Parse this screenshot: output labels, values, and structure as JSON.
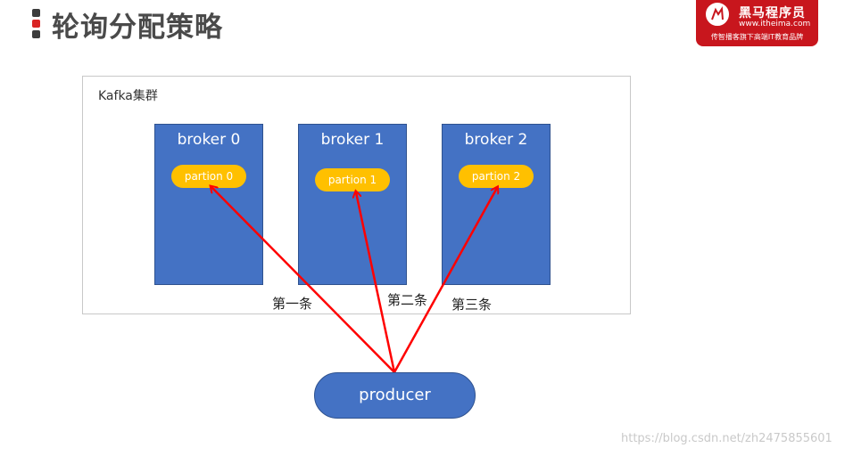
{
  "header": {
    "title": "轮询分配策略"
  },
  "logo": {
    "name": "黑马程序员",
    "url": "www.itheima.com",
    "slogan": "传智播客旗下高端IT教育品牌",
    "color": "#c8161d"
  },
  "cluster": {
    "label": "Kafka集群"
  },
  "brokers": [
    {
      "label": "broker 0",
      "partition": "partion 0"
    },
    {
      "label": "broker 1",
      "partition": "partion 1"
    },
    {
      "label": "broker 2",
      "partition": "partion 2"
    }
  ],
  "producer": {
    "label": "producer"
  },
  "messages": [
    "第一条",
    "第二条",
    "第三条"
  ],
  "colors": {
    "broker": "#4472c4",
    "partition": "#ffc000",
    "arrow": "#ff0000"
  },
  "watermark": "https://blog.csdn.net/zh2475855601"
}
